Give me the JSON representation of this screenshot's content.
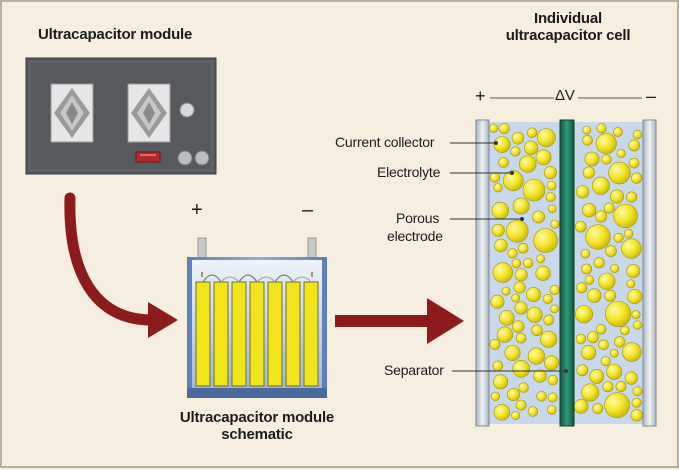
{
  "labels": {
    "module_title": "Ultracapacitor module",
    "cell_title_line1": "Individual",
    "cell_title_line2": "ultracapacitor cell",
    "schematic_line1": "Ultracapacitor module",
    "schematic_line2": "schematic",
    "plus": "+",
    "minus": "–",
    "delta_v": "ΔV",
    "current_collector": "Current collector",
    "electrolyte": "Electrolyte",
    "porous_line1": "Porous",
    "porous_line2": "electrode",
    "separator": "Separator"
  },
  "colors": {
    "background": "#f6efdf",
    "module_body": "#55585c",
    "electrolyte_blue": "#c7d7ea",
    "electrode_yellow": "#f2e41c",
    "separator_green": "#1f7a5f",
    "arrow_red": "#8e1b1b",
    "collector_gray": "#d7dde4"
  },
  "icons": {
    "arrow": "curved-arrow-right"
  }
}
